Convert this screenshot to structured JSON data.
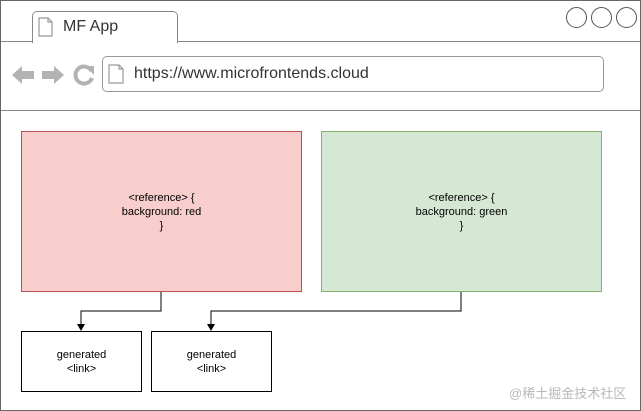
{
  "browser": {
    "tab_title": "MF App",
    "url": "https://www.microfrontends.cloud"
  },
  "diagram": {
    "red_box": {
      "line1": "<reference> {",
      "line2": "background: red",
      "line3": "}"
    },
    "green_box": {
      "line1": "<reference> {",
      "line2": "background: green",
      "line3": "}"
    },
    "generated_left": {
      "line1": "generated",
      "line2": "<link>"
    },
    "generated_right": {
      "line1": "generated",
      "line2": "<link>"
    }
  },
  "watermark": "@稀土掘金技术社区",
  "colors": {
    "red_fill": "#f8cecc",
    "red_stroke": "#b85450",
    "green_fill": "#d5e8d4",
    "green_stroke": "#82b366"
  }
}
